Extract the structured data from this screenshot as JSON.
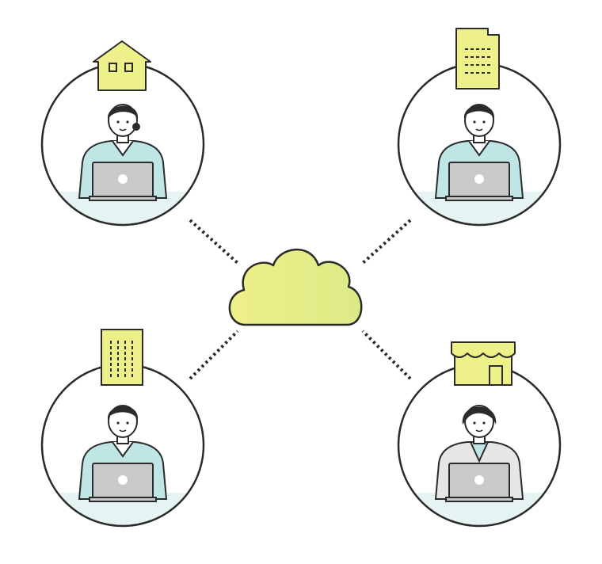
{
  "diagram": {
    "hub": {
      "icon": "cloud-icon"
    },
    "nodes": [
      {
        "id": "home",
        "location_icon": "house-icon",
        "person": "woman-with-laptop",
        "shirt": "teal"
      },
      {
        "id": "office",
        "location_icon": "office-building-icon",
        "person": "man-with-laptop",
        "shirt": "teal"
      },
      {
        "id": "branch",
        "location_icon": "tall-building-icon",
        "person": "man-with-laptop",
        "shirt": "teal"
      },
      {
        "id": "store",
        "location_icon": "storefront-icon",
        "person": "woman-with-laptop",
        "shirt": "gray"
      }
    ],
    "connector_style": "dotted",
    "colors": {
      "outline": "#2b2b2b",
      "accent_yellow": "#eef08a",
      "accent_yellow_dark": "#dcea86",
      "shirt_teal": "#bfe6e4",
      "shirt_teal_glow": "#8fd3cf",
      "floor": "#e6f3f3",
      "laptop": "#c9c9c9",
      "shirt_gray": "#e6e6e6"
    }
  }
}
